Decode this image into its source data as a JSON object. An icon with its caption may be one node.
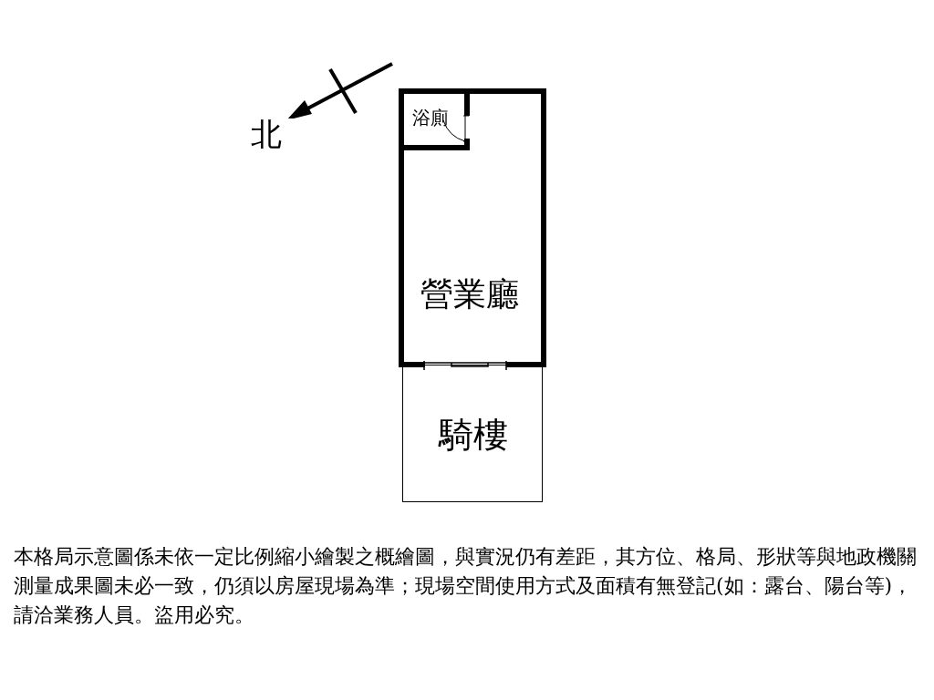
{
  "diagram": {
    "caption": "本格局示意圖係未依一定比例縮小繪製之概繪圖，與實況仍有差距，其方位、格局、形狀等與地政機關測量成果圖未必一致，仍須以房屋現場為準；現場空間使用方式及面積有無登記(如：露台、陽台等)，請洽業務人員。盜用必究。",
    "nodes": [
      {
        "text": [
          "營業廳"
        ]
      },
      {
        "text": [
          "浴廁"
        ],
        "in": 0
      },
      {
        "text": [
          "騎樓"
        ]
      }
    ],
    "edges": [],
    "labels": [
      "北"
    ]
  }
}
